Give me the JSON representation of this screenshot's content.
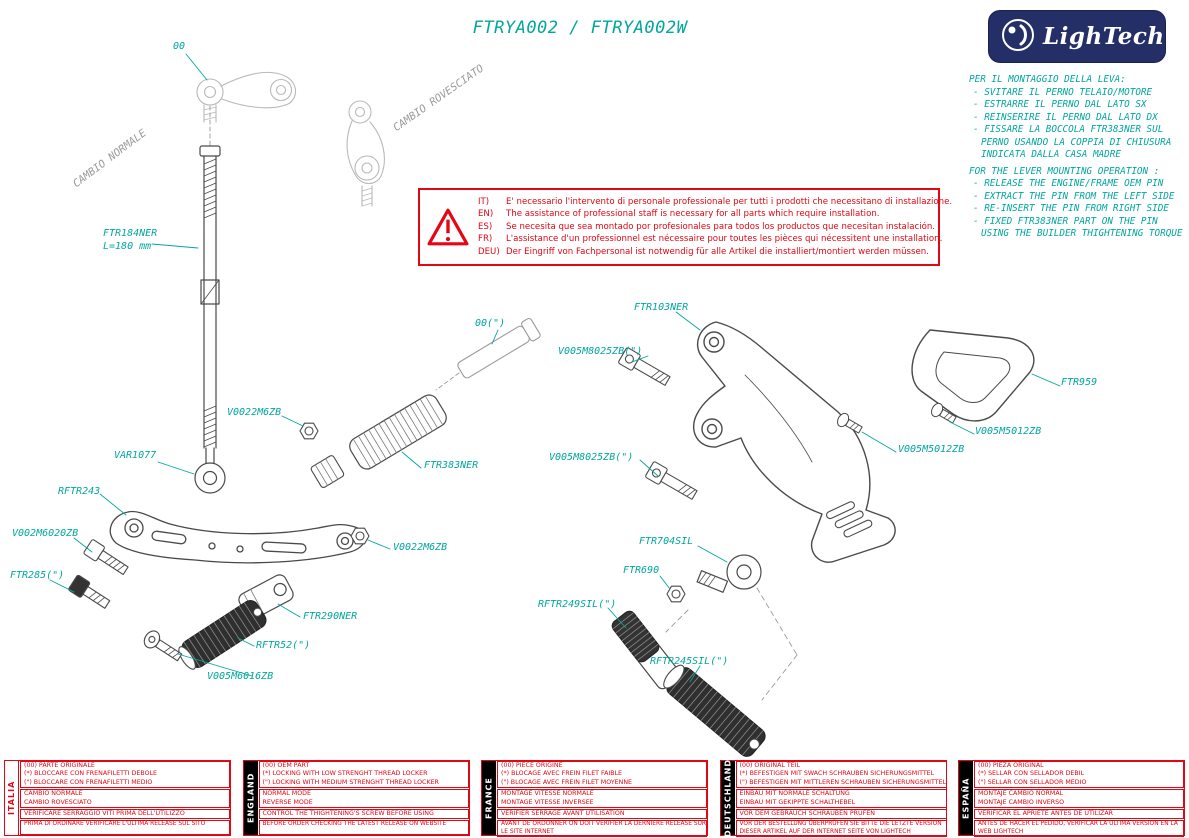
{
  "title": "FTRYA002 / FTRYA002W",
  "logo": {
    "brand": "LighTech"
  },
  "side_instructions": {
    "it": {
      "heading": "PER IL MONTAGGIO DELLA LEVA:",
      "items": [
        "- SVITARE IL PERNO TELAIO/MOTORE",
        "- ESTRARRE IL PERNO DAL LATO SX",
        "- REINSERIRE IL PERNO DAL LATO DX",
        "- FISSARE LA BOCCOLA FTR383NER SUL PERNO USANDO LA COPPIA DI CHIUSURA INDICATA DALLA CASA MADRE"
      ]
    },
    "en": {
      "heading": "FOR THE LEVER MOUNTING OPERATION :",
      "items": [
        "- RELEASE THE ENGINE/FRAME OEM PIN",
        "- EXTRACT THE PIN FROM THE LEFT SIDE",
        "- RE-INSERT THE PIN FROM RIGHT SIDE",
        "- FIXED FTR383NER PART ON THE PIN USING THE BUILDER THIGHTENING TORQUE"
      ]
    }
  },
  "warning": {
    "rows": [
      {
        "lang": "IT)",
        "text": "E' necessario l'intervento di personale professionale per tutti i prodotti che necessitano di installazione."
      },
      {
        "lang": "EN)",
        "text": "The assistance of professional staff is necessary for all parts which require installation."
      },
      {
        "lang": "ES)",
        "text": "Se necesita que sea montado por profesionales para todos los productos que necesitan instalación."
      },
      {
        "lang": "FR)",
        "text": "L'assistance d'un professionnel est nécessaire pour toutes les pièces qui nécessitent une installation."
      },
      {
        "lang": "DEU)",
        "text": "Der Eingriff von Fachpersonal ist notwendig  für alle Artikel die installiert/montiert werden müssen."
      }
    ]
  },
  "diagram": {
    "cambio_normale": "CAMBIO NORMALE",
    "cambio_rovesciato": "CAMBIO ROVESCIATO",
    "labels": {
      "pin_top": "00",
      "ftr184_name": "FTR184NER",
      "ftr184_len": "L=180 mm",
      "v0022m6zb_a": "V0022M6ZB",
      "var1077": "VAR1077",
      "rftr243": "RFTR243",
      "v002m6020zb": "V002M6020ZB",
      "ftr285": "FTR285(\")",
      "ftr290ner": "FTR290NER",
      "rftr52": "RFTR52(\")",
      "v005m6016zb": "V005M6016ZB",
      "ftr383ner": "FTR383NER",
      "v0022m6zb_b": "V0022M6ZB",
      "pin_right": "00(\")",
      "v005m8025zb_a": "V005M8025ZB(\")",
      "ftr103ner": "FTR103NER",
      "v005m8025zb_b": "V005M8025ZB(\")",
      "ftr704sil": "FTR704SIL",
      "ftr690": "FTR690",
      "rftr249sil": "RFTR249SIL(\")",
      "rftr245sil": "RFTR245SIL(\")",
      "ftr959": "FTR959",
      "v005m5012zb_a": "V005M5012ZB",
      "v005m5012zb_b": "V005M5012ZB"
    }
  },
  "tables": [
    {
      "country": "ITALIA",
      "rows": [
        "(00) PARTE ORIGINALE",
        "(*)   BLOCCARE CON FRENAFILETTI DEBOLE",
        "(\")   BLOCCARE CON FRENAFILETTI MEDIO",
        "CAMBIO NORMALE",
        "CAMBIO ROVESCIATO",
        "VERIFICARE SERRAGGIO VITI PRIMA DELL'UTILIZZO",
        "PRIMA DI ORDINARE VERIFICARE L'ULTIMA RELEASE SUL SITO"
      ]
    },
    {
      "country": "ENGLAND",
      "rows": [
        "(00) OEM PART",
        "(*)   LOCKING WITH LOW STRENGHT THREAD LOCKER",
        "(\")   LOCKING WITH MEDIUM STRENGHT THREAD LOCKER",
        "NORMAL MODE",
        "REVERSE MODE",
        "CONTROL THE THIGHTENING'S SCREW BEFORE USING",
        "BEFORE ORDER CHECKING THE LATEST RELEASE ON WEBSITE"
      ]
    },
    {
      "country": "FRANCE",
      "rows": [
        "(00) PIECE ORIGINE",
        "(*)   BLOCAGE AVEC FREIN FILET FAIBLE",
        "(\")   BLOCAGE AVEC FREIN FILET MOYENNE",
        "MONTAGE VITESSE NORMALE",
        "MONTAGE VITESSE INVERSEE",
        "VERIFIER SERRAGE AVANT UTILISATION",
        "AVANT DE ORDONNER ON DOIT VERIFIER LA DERNIERE RELEASE SUR LE SITE INTERNET"
      ]
    },
    {
      "country": "DEUTSCHLAND",
      "rows": [
        "(00) ORIGINAL TEIL",
        "(*)   BEFESTIGEN MIT SWACH SCHRAUBEN SICHERUNGSMITTEL",
        "(\")   BEFESTIGEN MIT MITTLEREN SCHRAUBEN SICHERUNGSMITTEL",
        "EINBAU MIT NORMALE SCHALTUNG",
        "EINBAU MIT GEKIPPTE SCHALTHEBEL",
        "VOR DEM GEBRAUCH SCHRAUBEN PRÜFEN",
        "VOR DER BESTELLUNG ÜBERPRÜFEN SIE BITTE DIE LETZTE VERSION DIESER ARTIKEL AUF DER INTERNET SEITE VON LIGHTECH"
      ]
    },
    {
      "country": "ESPAÑA",
      "rows": [
        "(00) PIEZA ORIGINAL",
        "(*)   SELLAR CON SELLADOR DEBIL",
        "(\")   SELLAR CON SELLADOR MEDIO",
        "MONTAJE  CAMBIO NORMAL",
        "MONTAJE CAMBIO INVERSO",
        "VERIFICAR EL APRIETE ANTES DE UTILIZAR",
        "ANTES DE HACER EL PEDIDO, VERIFICAR LA ULTIMA VERSION EN LA WEB LIGHTECH"
      ]
    }
  ]
}
